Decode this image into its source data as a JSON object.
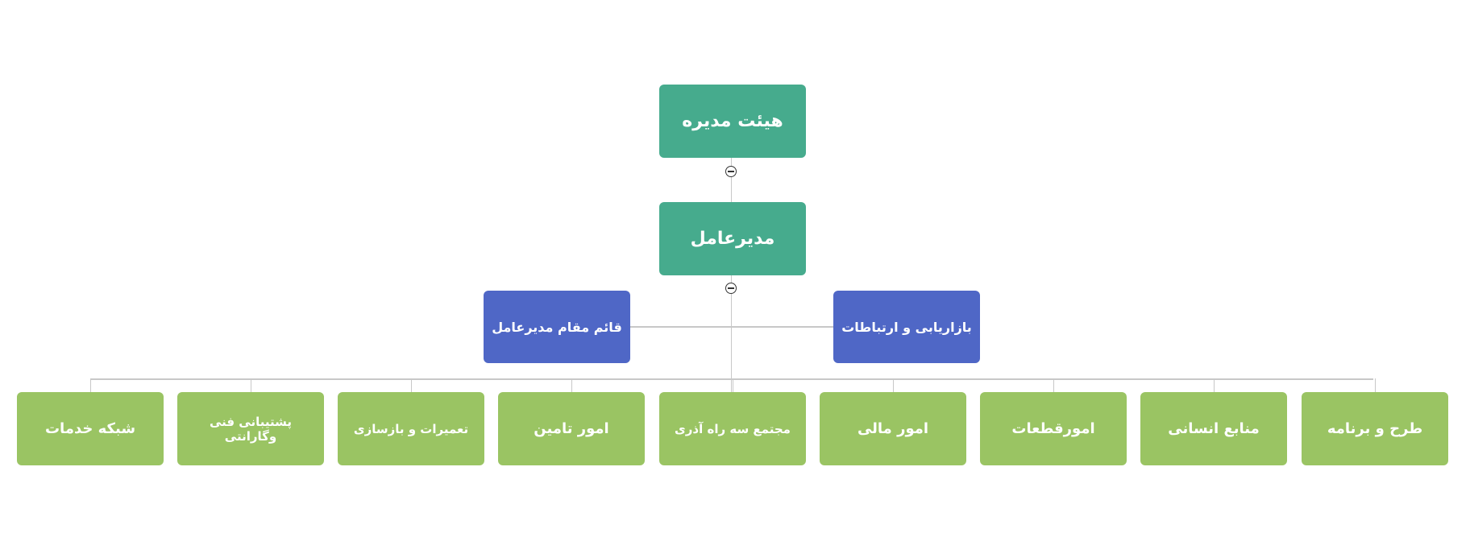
{
  "colors": {
    "executive": "#46ab8d",
    "staff": "#4f67c6",
    "department": "#9ac463",
    "connector": "#c8c8c8"
  },
  "board": {
    "label": "هیئت مدیره"
  },
  "ceo": {
    "label": "مدیرعامل"
  },
  "staff": {
    "deputy": "قائم مقام مدیرعامل",
    "marketing": "بازاریابی و ارتباطات"
  },
  "departments": [
    {
      "label": "شبکه خدمات"
    },
    {
      "label": "پشتیبانی فنی وگارانتی"
    },
    {
      "label": "تعمیرات و بازسازی"
    },
    {
      "label": "امور تامین"
    },
    {
      "label": "مجتمع سه راه آذری"
    },
    {
      "label": "امور مالی"
    },
    {
      "label": "امورقطعات"
    },
    {
      "label": "منابع انسانی"
    },
    {
      "label": "طرح و برنامه"
    }
  ],
  "icons": {
    "collapse": "minus-circle-icon"
  }
}
